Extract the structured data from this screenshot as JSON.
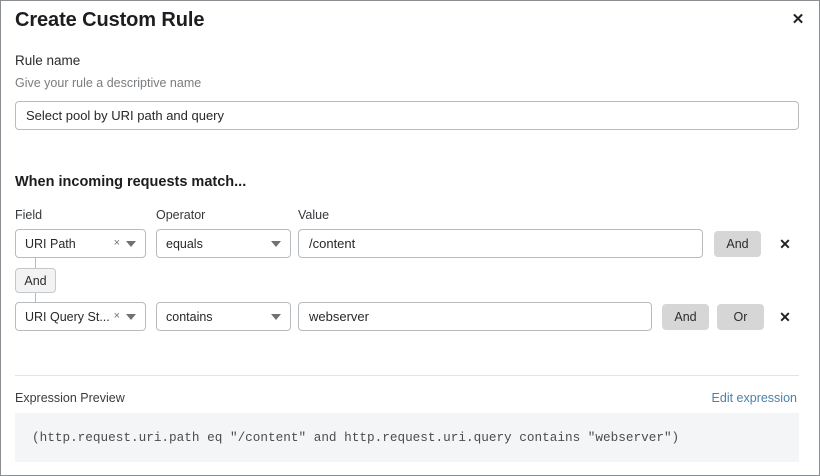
{
  "dialog": {
    "title": "Create Custom Rule",
    "close_icon": "close-icon",
    "close_label": "✕"
  },
  "rule_name": {
    "label": "Rule name",
    "hint": "Give your rule a descriptive name",
    "value": "Select pool by URI path and query",
    "placeholder": "Select pool by URI path and query"
  },
  "match_section": {
    "heading": "When incoming requests match...",
    "columns": {
      "field": "Field",
      "operator": "Operator",
      "value": "Value"
    },
    "connector": {
      "label": "And"
    },
    "rows": [
      {
        "field": "URI Path",
        "field_clear_icon": "×",
        "operator": "equals",
        "value": "/content",
        "and_label": "And",
        "delete_label": "✕"
      },
      {
        "field": "URI Query St...",
        "field_clear_icon": "×",
        "operator": "contains",
        "value": "webserver",
        "and_label": "And",
        "or_label": "Or",
        "delete_label": "✕"
      }
    ]
  },
  "expression": {
    "label": "Expression Preview",
    "edit_link": "Edit expression",
    "code": "(http.request.uri.path eq \"/content\" and http.request.uri.query contains \"webserver\")"
  },
  "colors": {
    "accent_link": "#4a82ab",
    "button_gray": "#d6d6d7",
    "code_bg": "#f4f5f6",
    "border": "#b9bcbf"
  }
}
